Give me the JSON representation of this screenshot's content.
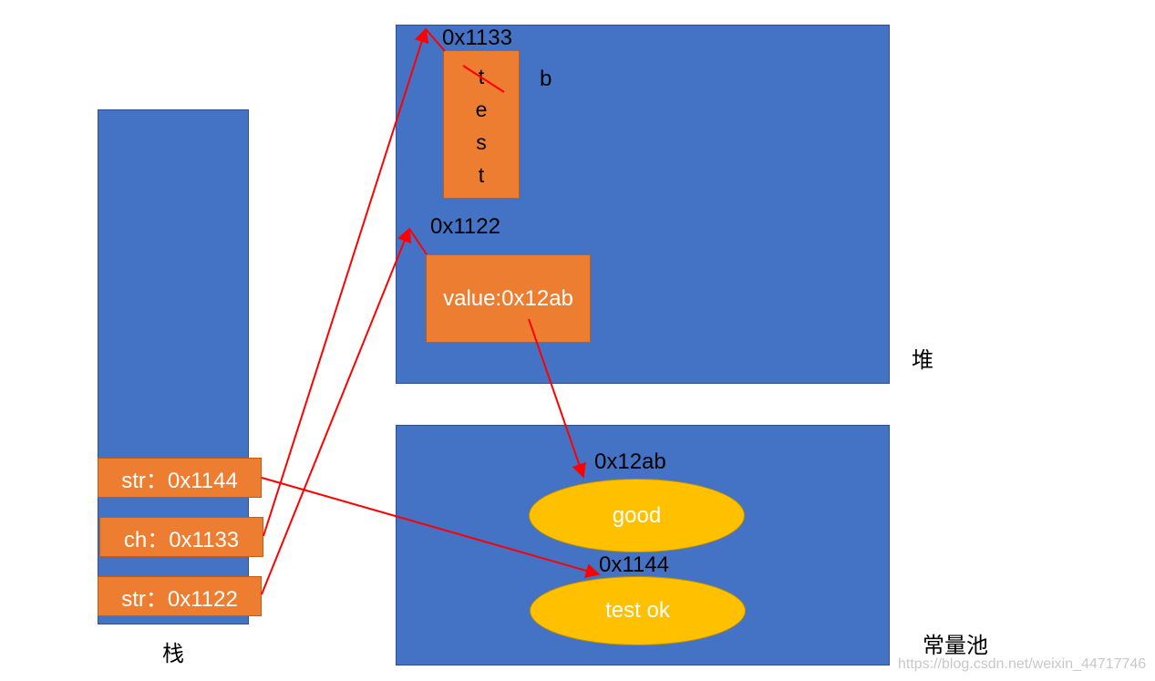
{
  "stack": {
    "label": "栈",
    "cells": [
      {
        "text": "str：0x1144"
      },
      {
        "text": "ch：0x1133"
      },
      {
        "text": "str：0x1122"
      }
    ]
  },
  "heap": {
    "label": "堆",
    "char_array": {
      "address": "0x1133",
      "chars": [
        "t",
        "e",
        "s",
        "t"
      ],
      "replacement": "b"
    },
    "string_object": {
      "address": "0x1122",
      "text": "value:0x12ab"
    }
  },
  "constant_pool": {
    "label": "常量池",
    "entries": [
      {
        "address": "0x12ab",
        "text": "good"
      },
      {
        "address": "0x1144",
        "text": "test ok"
      }
    ]
  },
  "colors": {
    "region_blue": "#4472c4",
    "cell_orange": "#ed7d31",
    "ellipse_gold": "#ffc000",
    "arrow_red": "#ff0000"
  },
  "watermark": "https://blog.csdn.net/weixin_44717746"
}
